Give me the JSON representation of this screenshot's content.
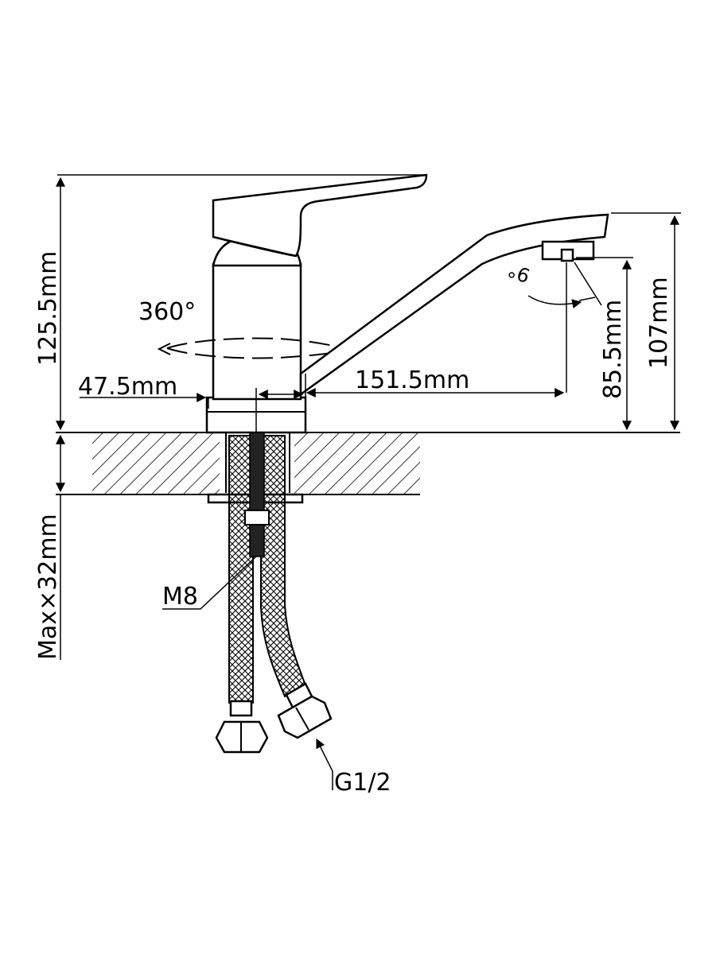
{
  "drawing": {
    "colors": {
      "line": "#000000",
      "background": "#ffffff"
    },
    "dimensions": {
      "total_height": "125.5mm",
      "rotation": "360°",
      "base_diameter": "47.5mm",
      "spout_reach": "151.5mm",
      "spout_outlet_height": "85.5mm",
      "spout_top_height": "107mm",
      "max_countertop": "Max×32mm",
      "spout_angle": "9°"
    },
    "callouts": {
      "stud_thread": "M8",
      "hose_connector": "G1/2"
    }
  }
}
